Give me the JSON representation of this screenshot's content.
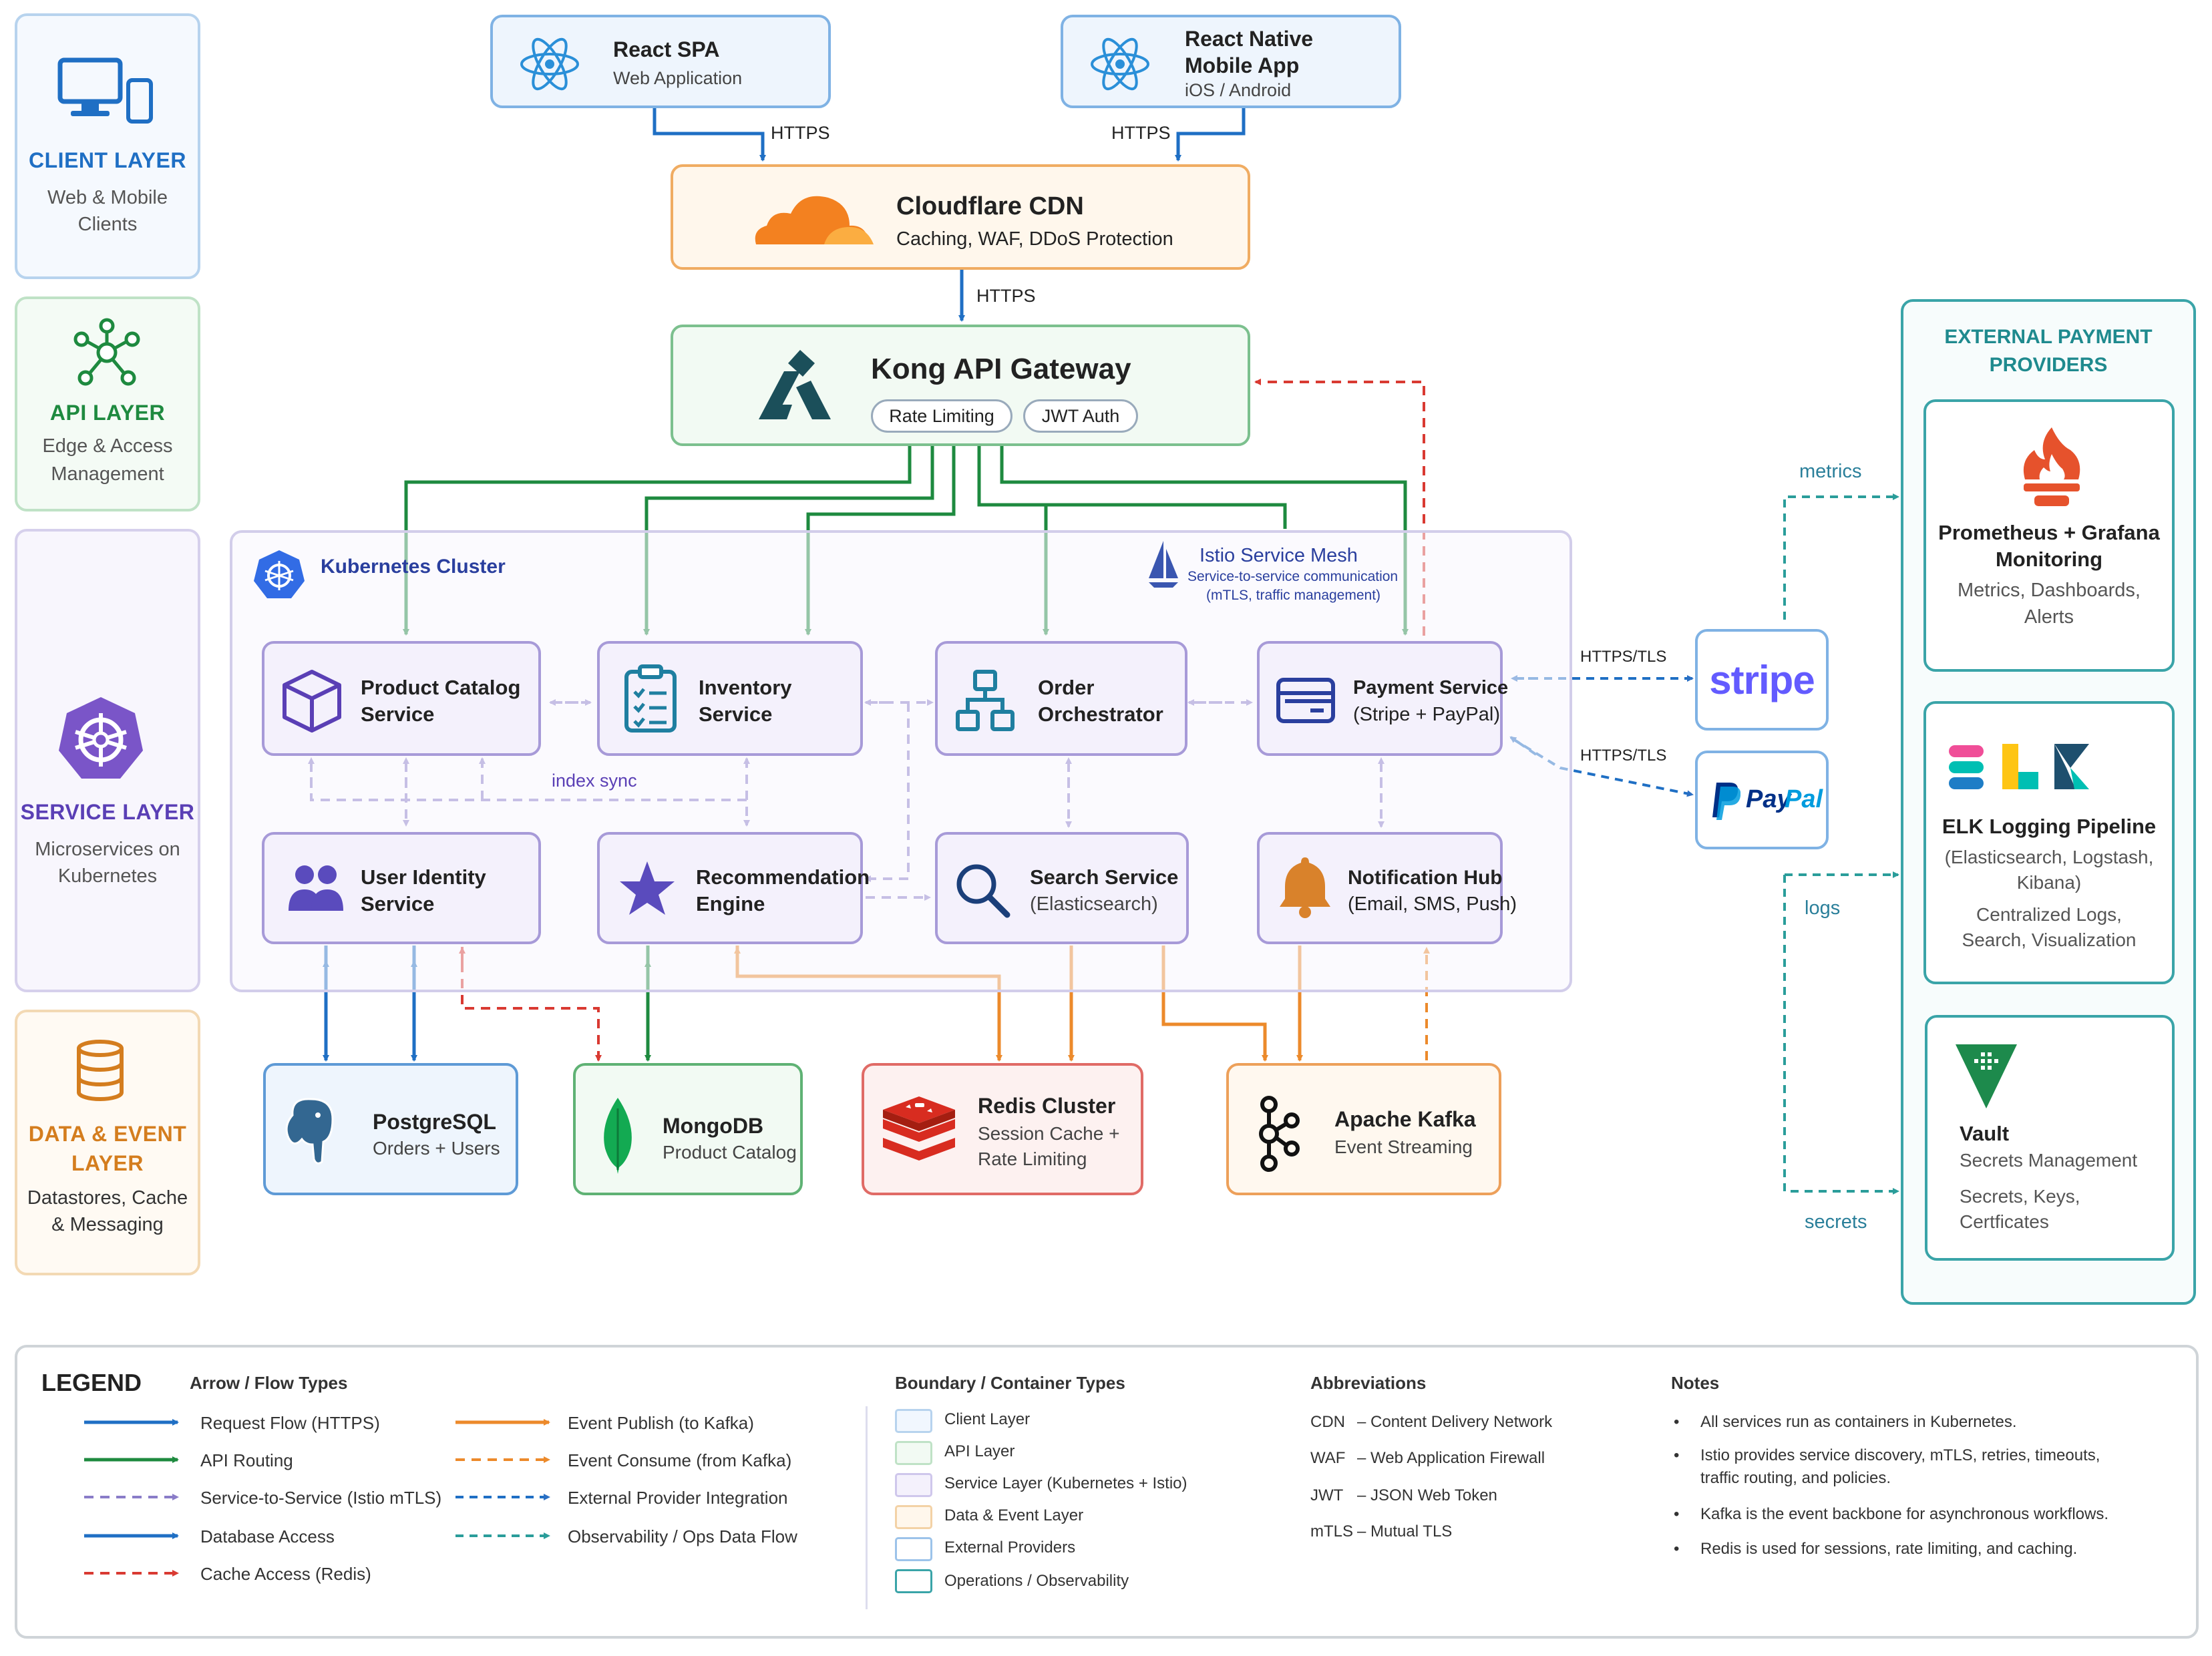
{
  "layers": {
    "client": {
      "title": "CLIENT LAYER",
      "sub1": "Web & Mobile",
      "sub2": "Clients"
    },
    "api": {
      "title": "API LAYER",
      "sub1": "Edge & Access",
      "sub2": "Management"
    },
    "service": {
      "title": "SERVICE LAYER",
      "sub1": "Microservices on",
      "sub2": "Kubernetes"
    },
    "data": {
      "title1": "DATA & EVENT",
      "title2": "LAYER",
      "sub1": "Datastores, Cache",
      "sub2": "& Messaging"
    }
  },
  "clients": {
    "spa": {
      "name": "React SPA",
      "sub": "Web Application"
    },
    "mobile": {
      "name1": "React Native",
      "name2": "Mobile App",
      "sub": "iOS / Android"
    }
  },
  "edge": {
    "cdn": {
      "name": "Cloudflare CDN",
      "sub": "Caching, WAF, DDoS Protection"
    },
    "gateway": {
      "name": "Kong API Gateway",
      "pills": [
        "Rate Limiting",
        "JWT Auth"
      ]
    }
  },
  "cluster": {
    "title": "Kubernetes Cluster",
    "mesh_title": "Istio Service Mesh",
    "mesh_sub1": "Service-to-service communication",
    "mesh_sub2": "(mTLS, traffic management)",
    "index_sync": "index sync"
  },
  "services": {
    "catalog": {
      "l1": "Product Catalog",
      "l2": "Service"
    },
    "inventory": {
      "l1": "Inventory",
      "l2": "Service"
    },
    "orchestrator": {
      "l1": "Order",
      "l2": "Orchestrator"
    },
    "payment": {
      "l1": "Payment Service",
      "l2": "(Stripe + PayPal)"
    },
    "identity": {
      "l1": "User Identity",
      "l2": "Service"
    },
    "recommend": {
      "l1": "Recommendation",
      "l2": "Engine"
    },
    "search": {
      "l1": "Search Service",
      "l2": "(Elasticsearch)"
    },
    "notify": {
      "l1": "Notification Hub",
      "l2": "(Email, SMS, Push)"
    }
  },
  "datastores": {
    "postgres": {
      "name": "PostgreSQL",
      "sub": "Orders + Users"
    },
    "mongo": {
      "name": "MongoDB",
      "sub": "Product Catalog"
    },
    "redis": {
      "name": "Redis Cluster",
      "sub1": "Session Cache +",
      "sub2": "Rate Limiting"
    },
    "kafka": {
      "name": "Apache Kafka",
      "sub": "Event Streaming"
    }
  },
  "edge_labels": {
    "https1": "HTTPS",
    "https2": "HTTPS",
    "https3": "HTTPS",
    "tls1": "HTTPS/TLS",
    "tls2": "HTTPS/TLS",
    "metrics": "metrics",
    "logs": "logs",
    "secrets": "secrets"
  },
  "providers": {
    "stripe": "stripe",
    "paypal_a": "Pay",
    "paypal_b": "Pal"
  },
  "ops": {
    "title1": "EXTERNAL PAYMENT",
    "title2": "PROVIDERS",
    "prom": {
      "name1": "Prometheus + Grafana",
      "name2": "Monitoring",
      "sub1": "Metrics, Dashboards,",
      "sub2": "Alerts"
    },
    "elk": {
      "name": "ELK Logging Pipeline",
      "sub1": "(Elasticsearch, Logstash,",
      "sub2": "Kibana)",
      "sub3": "Centralized Logs,",
      "sub4": "Search, Visualization"
    },
    "vault": {
      "name": "Vault",
      "sub1": "Secrets Management",
      "sub2": "Secrets, Keys,",
      "sub3": "Certficates"
    }
  },
  "legend": {
    "title": "LEGEND",
    "arrows_head": "Arrow / Flow Types",
    "arrows_left": [
      "Request Flow (HTTPS)",
      "API Routing",
      "Service-to-Service (Istio mTLS)",
      "Database Access",
      "Cache Access (Redis)"
    ],
    "arrows_right": [
      "Event Publish (to Kafka)",
      "Event Consume (from Kafka)",
      "External Provider Integration",
      "Observability / Ops Data Flow"
    ],
    "boundary_head": "Boundary / Container Types",
    "boundary": [
      "Client Layer",
      "API Layer",
      "Service Layer (Kubernetes + Istio)",
      "Data & Event Layer",
      "External Providers",
      "Operations / Observability"
    ],
    "abbr_head": "Abbreviations",
    "abbr": [
      {
        "k": "CDN",
        "v": "– Content Delivery Network"
      },
      {
        "k": "WAF",
        "v": "– Web Application Firewall"
      },
      {
        "k": "JWT",
        "v": "– JSON Web Token"
      },
      {
        "k": "mTLS",
        "v": "– Mutual TLS"
      }
    ],
    "notes_head": "Notes",
    "notes": [
      "All services run as containers in Kubernetes.",
      "Istio provides service discovery, mTLS, retries, timeouts,",
      "traffic routing, and policies.",
      "Kafka is the event backbone for asynchronous workflows.",
      "Redis is used for sessions, rate limiting, and caching."
    ]
  },
  "colors": {
    "blue": "#1f6fc4",
    "green": "#1e8a3f",
    "purple": "#8a7cc8",
    "red": "#d93a32",
    "orange": "#ec8a2b",
    "teal": "#2a9d9a",
    "navy": "#2a3f9e"
  }
}
